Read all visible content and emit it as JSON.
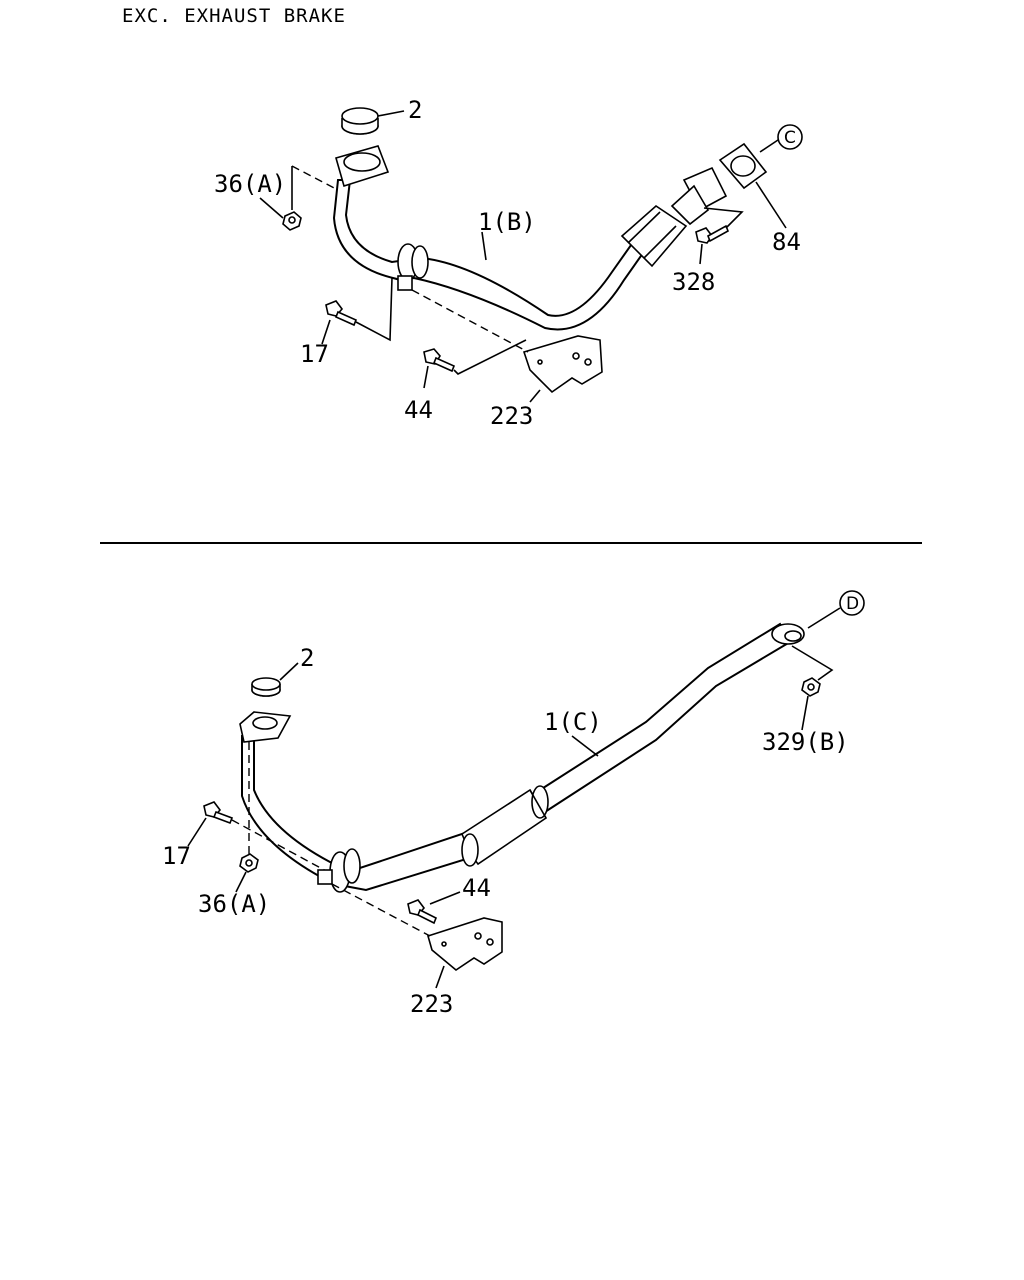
{
  "header": {
    "title": "EXC.  EXHAUST BRAKE"
  },
  "upper": {
    "labels": {
      "gasket": "2",
      "nut": "36(A)",
      "pipe": "1(B)",
      "ref": "C",
      "flange_gasket": "84",
      "bolt_328": "328",
      "bolt_17": "17",
      "bolt_44": "44",
      "bracket": "223"
    }
  },
  "lower": {
    "labels": {
      "gasket": "2",
      "pipe": "1(C)",
      "ref": "D",
      "nut_329": "329(B)",
      "bolt_17": "17",
      "nut": "36(A)",
      "bolt_44": "44",
      "bracket": "223"
    }
  }
}
